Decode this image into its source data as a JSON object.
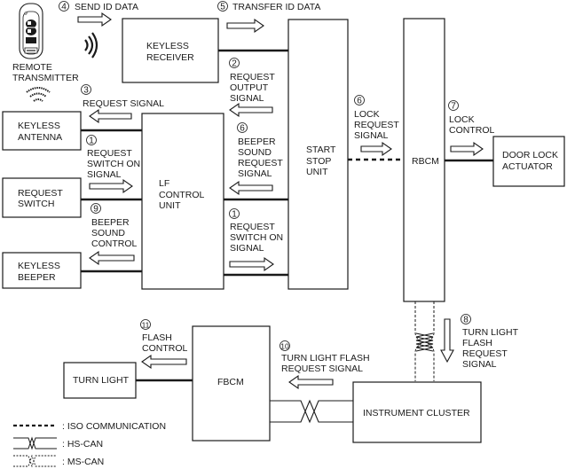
{
  "diagram": {
    "title": "Keyless entry / lock control system block diagram",
    "components": {
      "remote_transmitter": [
        "REMOTE",
        "TRANSMITTER"
      ],
      "keyless_receiver": [
        "KEYLESS",
        "RECEIVER"
      ],
      "keyless_antenna": [
        "KEYLESS",
        "ANTENNA"
      ],
      "request_switch": [
        "REQUEST",
        "SWITCH"
      ],
      "keyless_beeper": [
        "KEYLESS",
        "BEEPER"
      ],
      "lf_control_unit": [
        "LF",
        "CONTROL",
        "UNIT"
      ],
      "start_stop_unit": [
        "START",
        "STOP",
        "UNIT"
      ],
      "rbcm": [
        "RBCM"
      ],
      "door_lock_actuator": [
        "DOOR LOCK",
        "ACTUATOR"
      ],
      "turn_light": [
        "TURN LIGHT"
      ],
      "fbcm": [
        "FBCM"
      ],
      "instrument_cluster": [
        "INSTRUMENT CLUSTER"
      ]
    },
    "signals": {
      "s4_send_id": {
        "num": "4",
        "lines": [
          "SEND ID DATA"
        ]
      },
      "s5_transfer_id": {
        "num": "5",
        "lines": [
          "TRANSFER ID DATA"
        ]
      },
      "s3_request": {
        "num": "3",
        "lines": [
          "REQUEST SIGNAL"
        ]
      },
      "s2_request_output": {
        "num": "2",
        "lines": [
          "REQUEST",
          "OUTPUT",
          "SIGNAL"
        ]
      },
      "s1_req_switch_left": {
        "num": "1",
        "lines": [
          "REQUEST",
          "SWITCH ON",
          "SIGNAL"
        ]
      },
      "s6_beeper_request": {
        "num": "6",
        "lines": [
          "BEEPER",
          "SOUND",
          "REQUEST",
          "SIGNAL"
        ]
      },
      "s9_beeper_control": {
        "num": "9",
        "lines": [
          "BEEPER",
          "SOUND",
          "CONTROL"
        ]
      },
      "s1_req_switch_right": {
        "num": "1",
        "lines": [
          "REQUEST",
          "SWITCH ON",
          "SIGNAL"
        ]
      },
      "s6_lock_request": {
        "num": "6",
        "lines": [
          "LOCK",
          "REQUEST",
          "SIGNAL"
        ]
      },
      "s7_lock_control": {
        "num": "7",
        "lines": [
          "LOCK",
          "CONTROL"
        ]
      },
      "s8_turn_flash_request": {
        "num": "8",
        "lines": [
          "TURN LIGHT",
          "FLASH",
          "REQUEST",
          "SIGNAL"
        ]
      },
      "s10_turn_flash_request": {
        "num": "10",
        "lines": [
          "TURN LIGHT FLASH",
          "REQUEST SIGNAL"
        ]
      },
      "s11_flash_control": {
        "num": "11",
        "lines": [
          "FLASH",
          "CONTROL"
        ]
      }
    },
    "legend": [
      {
        "type": "iso",
        "label": ": ISO COMMUNICATION"
      },
      {
        "type": "hs-can",
        "label": ": HS-CAN"
      },
      {
        "type": "ms-can",
        "label": ": MS-CAN"
      }
    ]
  }
}
